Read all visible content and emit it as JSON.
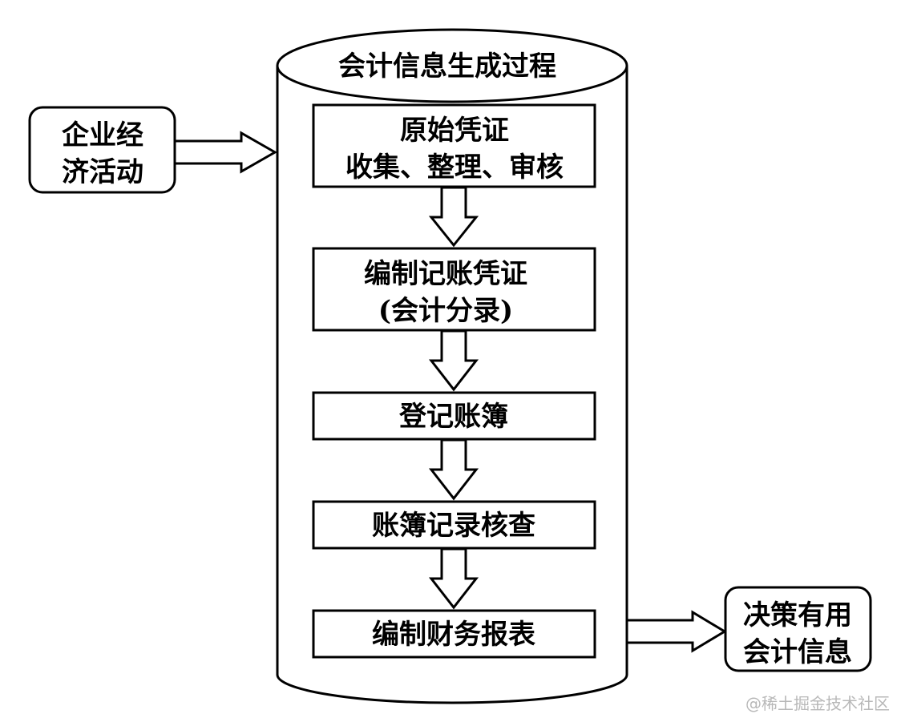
{
  "diagram": {
    "cylinder_title": "会计信息生成过程",
    "input": {
      "lines": [
        "企业经",
        "济活动"
      ]
    },
    "output": {
      "lines": [
        "决策有用",
        "会计信息"
      ]
    },
    "steps": [
      {
        "lines": [
          "原始凭证",
          "收集、整理、审核"
        ]
      },
      {
        "lines": [
          "编制记账凭证",
          "(会计分录)"
        ]
      },
      {
        "lines": [
          "登记账簿"
        ]
      },
      {
        "lines": [
          "账簿记录核查"
        ]
      },
      {
        "lines": [
          "编制财务报表"
        ]
      }
    ]
  },
  "watermark": "@稀土掘金技术社区",
  "colors": {
    "stroke": "#000000",
    "fill": "#ffffff",
    "watermark": "#b8b8b8"
  }
}
